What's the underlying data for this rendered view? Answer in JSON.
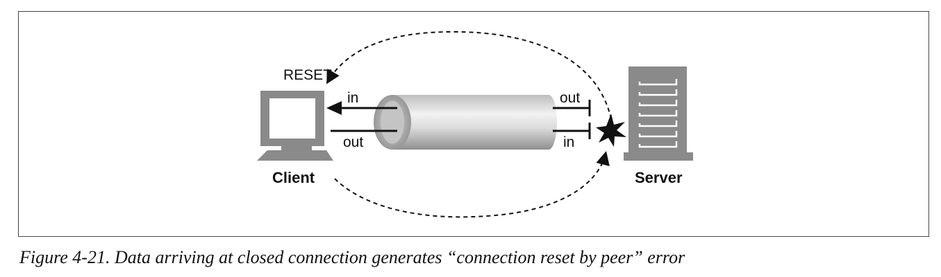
{
  "diagram": {
    "client_label": "Client",
    "server_label": "Server",
    "reset_label": "RESET",
    "client_in_label": "in",
    "client_out_label": "out",
    "server_out_label": "out",
    "server_in_label": "in"
  },
  "caption": "Figure 4-21. Data arriving at closed connection generates “connection reset by peer” error"
}
